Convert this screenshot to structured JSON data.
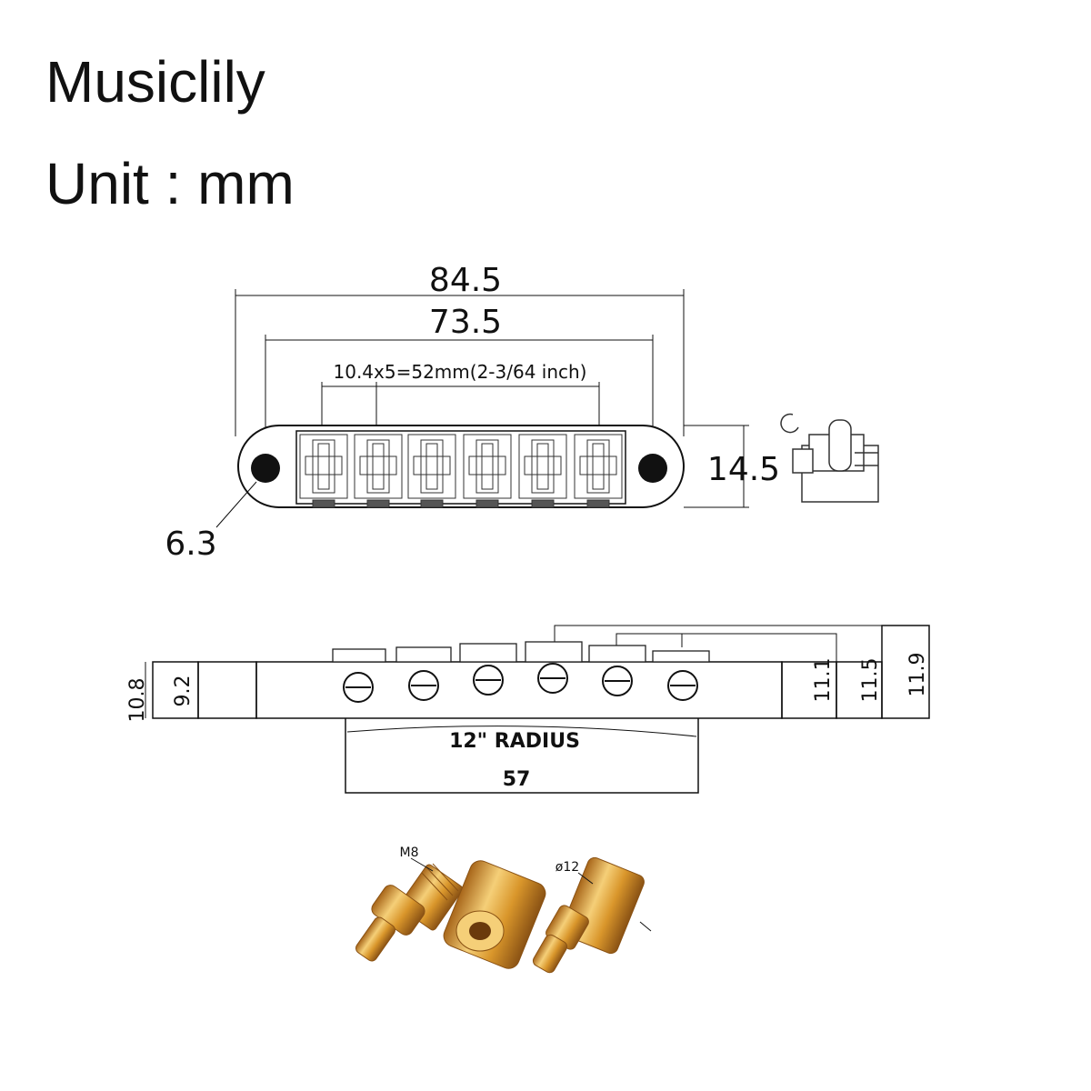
{
  "brand": "Musiclily",
  "unit": "Unit : mm",
  "top_view": {
    "overall_length": "84.5",
    "post_spacing": "73.5",
    "saddle_spacing": "10.4x5=52mm(2-3/64 inch)",
    "depth": "14.5",
    "hole_diameter": "6.3"
  },
  "side_view": {
    "left_outer_height": "10.8",
    "left_inner_height": "9.2",
    "height_1": "11.1",
    "height_2": "11.5",
    "height_3": "11.9",
    "radius": "12\" RADIUS",
    "base_width": "57"
  },
  "hardware": {
    "thread_label": "M8",
    "diameter_label": "ø12"
  },
  "colors": {
    "line": "#111111",
    "gold": "#d9962b",
    "gold_dark": "#a8661a",
    "gold_light": "#f5cf78"
  }
}
